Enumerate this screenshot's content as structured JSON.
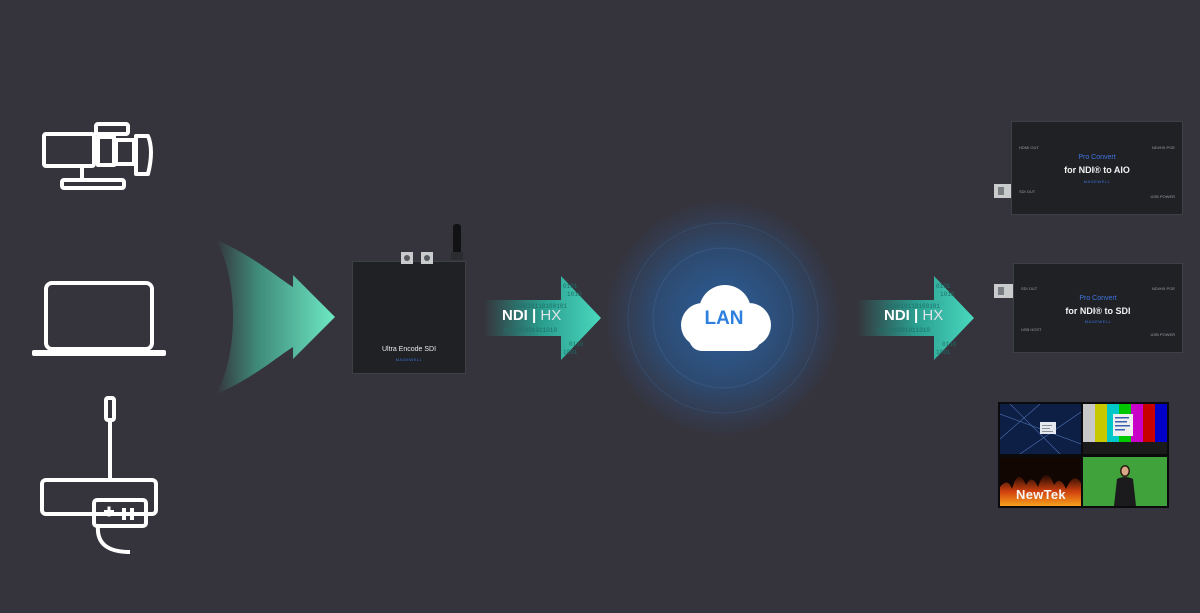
{
  "diagram": {
    "sources": [
      {
        "name": "camera",
        "icon": "video-camera-icon"
      },
      {
        "name": "laptop",
        "icon": "laptop-icon"
      },
      {
        "name": "game-console",
        "icon": "game-console-icon"
      }
    ],
    "encoder": {
      "label": "Ultra Encode SDI",
      "brand": "MAGEWELL"
    },
    "left_stream": {
      "primary": "NDI",
      "separator": "|",
      "secondary": "HX"
    },
    "network": {
      "label": "LAN"
    },
    "right_stream": {
      "primary": "NDI",
      "separator": "|",
      "secondary": "HX"
    },
    "decoders": [
      {
        "line1": "Pro Convert",
        "line2": "for NDI® to AIO",
        "brand": "MAGEWELL",
        "ports": [
          "HDMI OUT",
          "NDI/HX POE",
          "SDI OUT",
          "USB POWER"
        ]
      },
      {
        "line1": "Pro Convert",
        "line2": "for NDI® to SDI",
        "brand": "MAGEWELL",
        "ports": [
          "SDI OUT",
          "NDI/HX POE",
          "USB HOST",
          "USB POWER"
        ]
      }
    ],
    "monitor": {
      "logo": "NewTek"
    },
    "colors": {
      "background": "#35333b",
      "arrow_mint": "#6ee9c3",
      "arrow_teal": "#2fc2b0",
      "lan_text": "#2d7fe0",
      "brand_blue": "#3f74e0"
    }
  }
}
